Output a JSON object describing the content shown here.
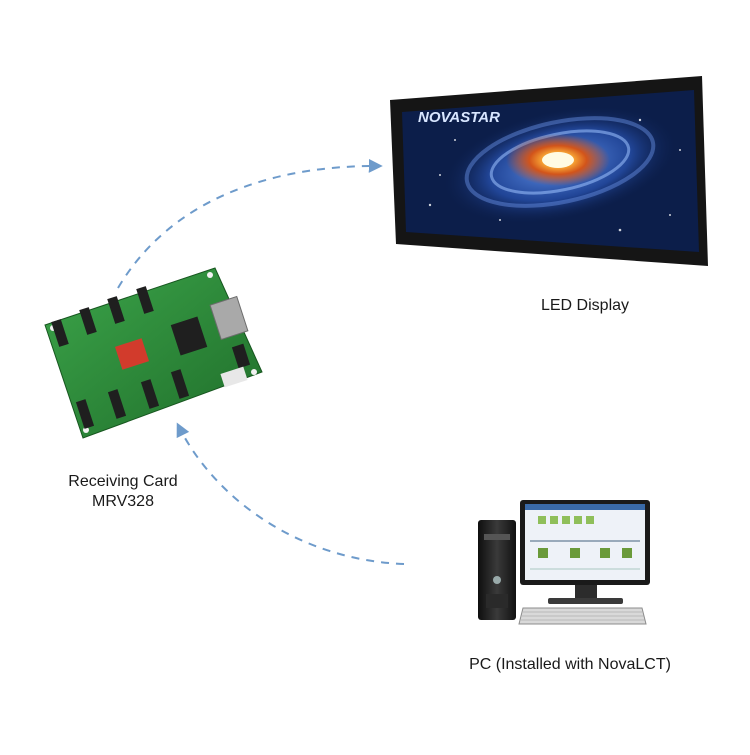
{
  "led_display": {
    "brand_text": "NOVASTAR",
    "label": "LED Display"
  },
  "receiving_card": {
    "label_line1": "Receiving Card",
    "label_line2": "MRV328"
  },
  "pc": {
    "label": "PC (Installed with NovaLCT)"
  },
  "colors": {
    "arrow": "#6e9bcb",
    "card_pcb": "#2f8a3a",
    "connector": "#1f1f1f",
    "monitor_frame": "#151515",
    "screen_sky": "#0c1e4a"
  }
}
